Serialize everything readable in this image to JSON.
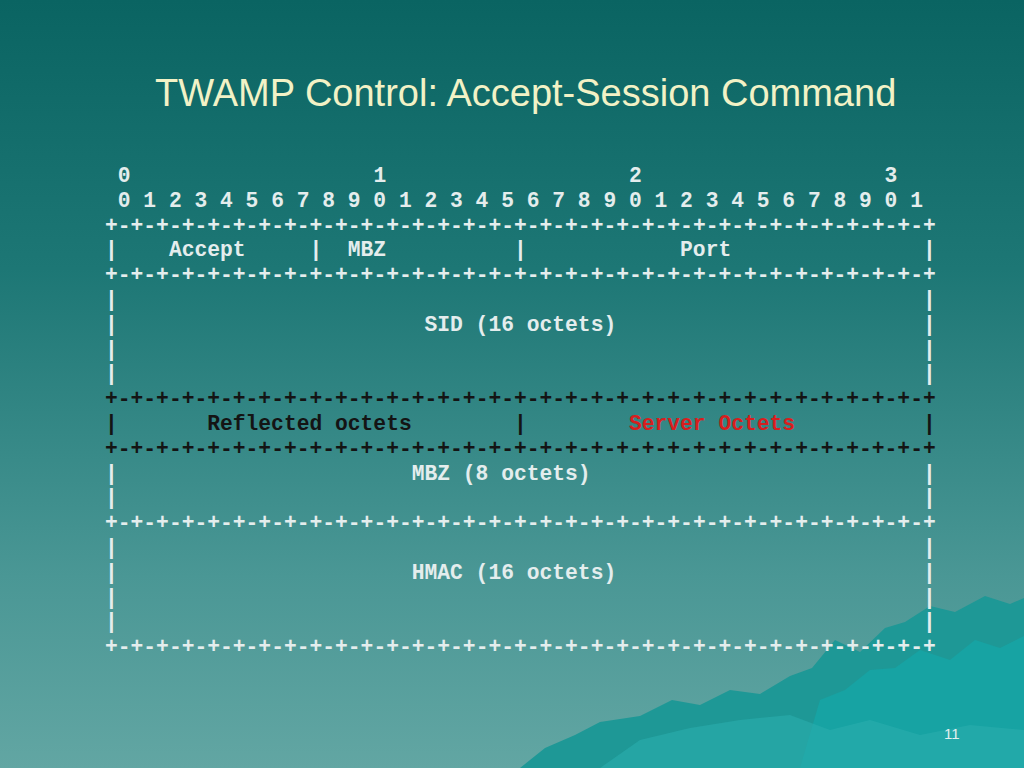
{
  "diagram": {
    "title": "TWAMP Control: Accept-Session Command",
    "nodes": [
      {
        "text": [
          "Accept"
        ]
      },
      {
        "text": [
          "MBZ"
        ]
      },
      {
        "text": [
          "Port"
        ]
      },
      {
        "text": [
          "SID (16 octets)"
        ]
      },
      {
        "text": [
          "Reflected octets"
        ]
      },
      {
        "text": [
          "Server Octets"
        ]
      },
      {
        "text": [
          "MBZ (8 octets)"
        ]
      },
      {
        "text": [
          "HMAC (16 octets)"
        ]
      }
    ],
    "labels": [
      "0",
      "1",
      "2",
      "3",
      "0 1 2 3 4 5 6 7 8 9 0 1 2 3 4 5 6 7 8 9 0 1 2 3 4 5 6 7 8 9 0 1",
      "+-+-+-+-+-+-+-+-+-+-+-+-+-+-+-+-+-+-+-+-+-+-+-+-+-+-+-+-+-+-+-+-+",
      "|",
      "|",
      "|",
      "|",
      "+-+-+-+-+-+-+-+-+-+-+-+-+-+-+-+-+-+-+-+-+-+-+-+-+-+-+-+-+-+-+-+-+",
      "|",
      "|",
      "|",
      "|",
      "|",
      "|",
      "|",
      "|",
      "+-+-+-+-+-+-+-+-+-+-+-+-+-+-+-+-+-+-+-+-+-+-+-+-+-+-+-+-+-+-+-+-+",
      "|",
      "|",
      "|",
      "+-+-+-+-+-+-+-+-+-+-+-+-+-+-+-+-+-+-+-+-+-+-+-+-+-+-+-+-+-+-+-+-+",
      "|",
      "|",
      "|",
      "|",
      "+-+-+-+-+-+-+-+-+-+-+-+-+-+-+-+-+-+-+-+-+-+-+-+-+-+-+-+-+-+-+-+-+",
      "|",
      "|",
      "|",
      "|",
      "|",
      "|",
      "|",
      "|",
      "+-+-+-+-+-+-+-+-+-+-+-+-+-+-+-+-+-+-+-+-+-+-+-+-+-+-+-+-+-+-+-+-+",
      "11"
    ]
  }
}
